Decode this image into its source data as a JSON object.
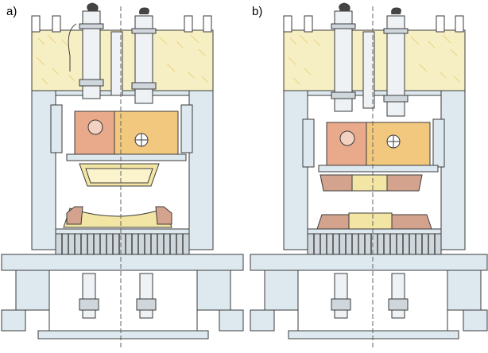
{
  "panels": [
    {
      "label": "a)",
      "state": "open",
      "colors": {
        "frame": "#dde9ef",
        "insulation": "#f7efc4",
        "hot_box": "#f2c87e",
        "cold_box": "#e9a98b",
        "die": "#f3e6a4",
        "die_rim": "#d4a38e",
        "line": "#3b3b3b"
      }
    },
    {
      "label": "b)",
      "state": "closed",
      "colors": {
        "frame": "#dde9ef",
        "insulation": "#f7efc4",
        "hot_box": "#f2c87e",
        "cold_box": "#e9a98b",
        "die": "#f3e6a4",
        "die_rim": "#d4a38e",
        "line": "#3b3b3b"
      }
    }
  ]
}
